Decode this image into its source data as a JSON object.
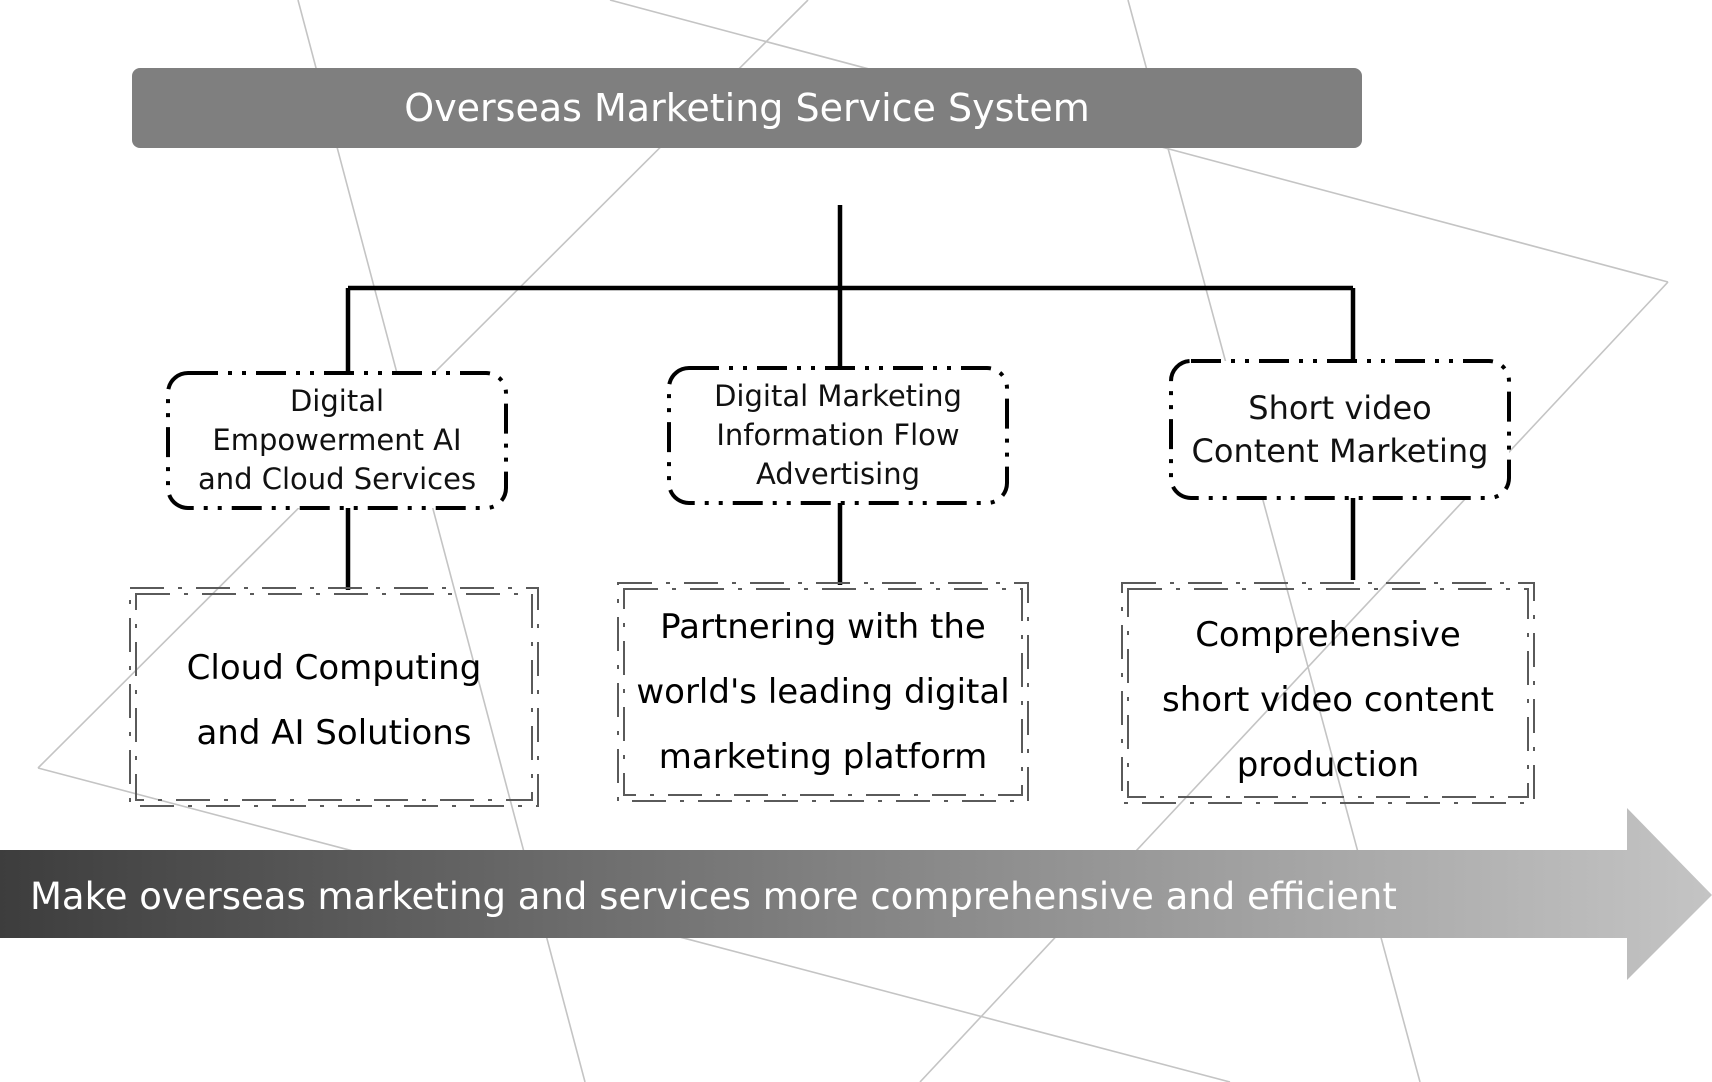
{
  "header": {
    "title": "Overseas Marketing Service System"
  },
  "categories": [
    {
      "label": "Digital\nEmpowerment AI\nand Cloud Services",
      "detail": "Cloud Computing\nand AI Solutions"
    },
    {
      "label": "Digital Marketing\nInformation Flow\nAdvertising",
      "detail": "Partnering with the\nworld's leading digital\nmarketing platform"
    },
    {
      "label": "Short video\nContent Marketing",
      "detail": "Comprehensive\nshort video content\nproduction"
    }
  ],
  "footer_arrow": {
    "text": "Make overseas marketing and services more comprehensive and efficient"
  },
  "colors": {
    "title_bar": "#7f7f7f",
    "arrow_dark": "#3d3d3d",
    "arrow_light": "#c4c4c4",
    "connector": "#000000",
    "bg_lines": "#c0c0c0"
  }
}
